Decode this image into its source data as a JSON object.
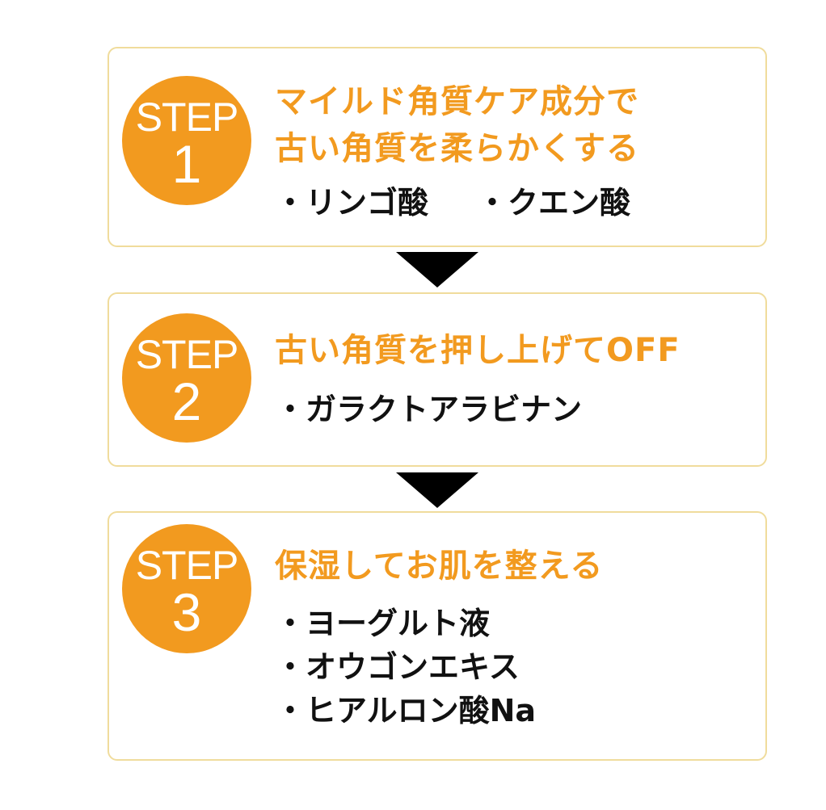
{
  "steps": [
    {
      "badge_label": "STEP",
      "badge_number": "1",
      "title_line1": "マイルド角質ケア成分で",
      "title_line2": "古い角質を柔らかくする",
      "items": [
        "・リンゴ酸",
        "・クエン酸"
      ]
    },
    {
      "badge_label": "STEP",
      "badge_number": "2",
      "title_line1": "古い角質を押し上げてOFF",
      "items": [
        "・ガラクトアラビナン"
      ]
    },
    {
      "badge_label": "STEP",
      "badge_number": "3",
      "title_line1": "保湿してお肌を整える",
      "items": [
        "・ヨーグルト液",
        "・オウゴンエキス",
        "・ヒアルロン酸Na"
      ]
    }
  ],
  "colors": {
    "accent": "#f29a1f",
    "border": "#f0dc9c",
    "arrow": "#000000",
    "text": "#111111"
  }
}
